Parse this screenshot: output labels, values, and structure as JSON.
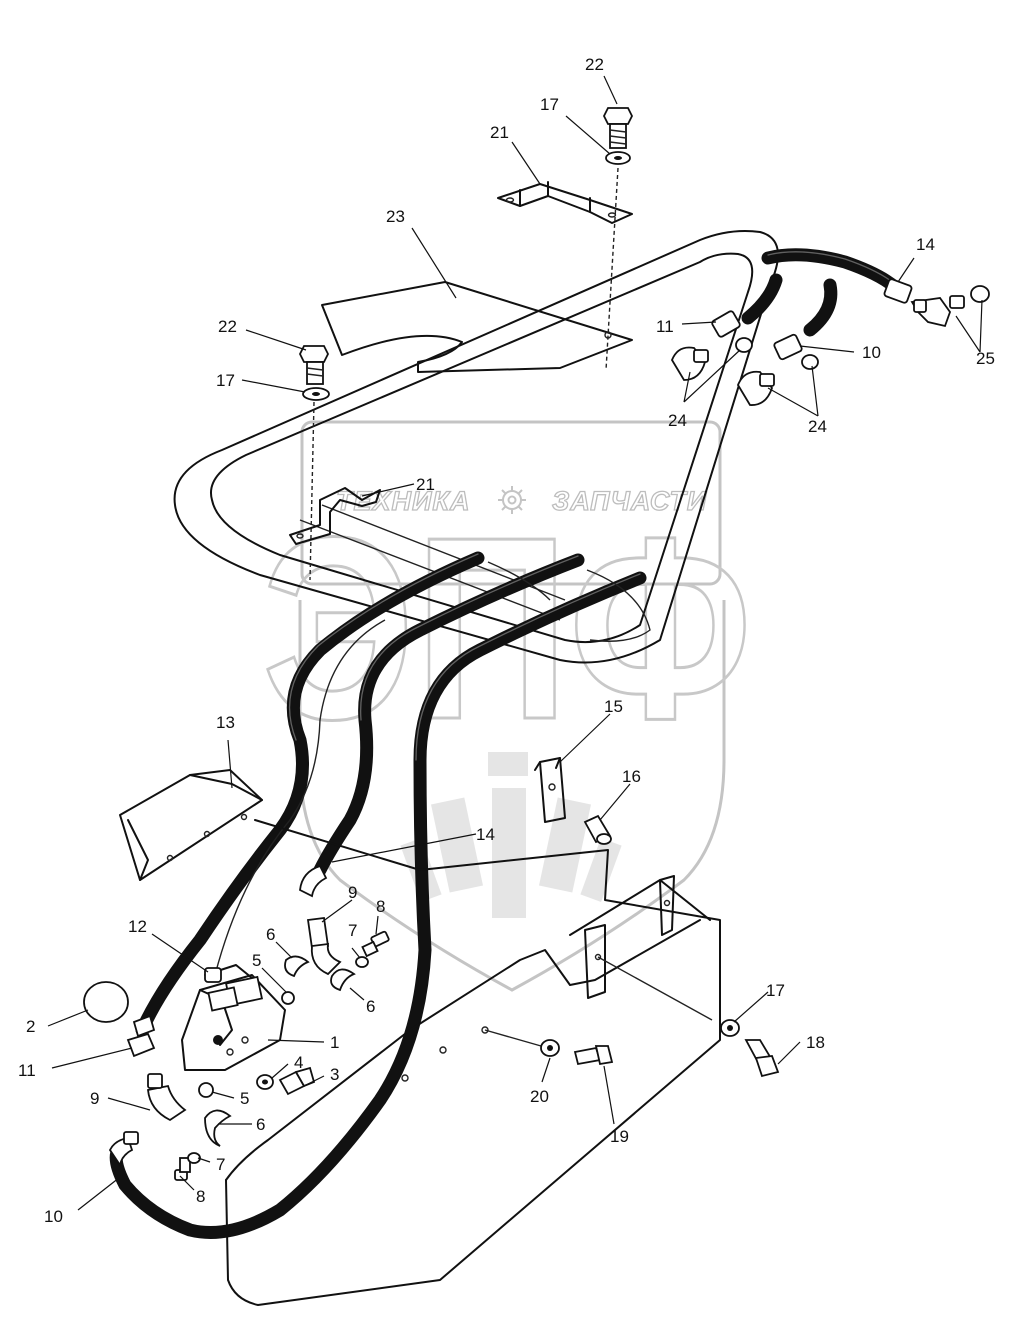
{
  "watermark": {
    "left_text": "ТЕХНИКА",
    "right_text": "ЗАПЧАСТИ",
    "big_text": "ЭПФ"
  },
  "callouts": [
    {
      "id": "c22a",
      "label": "22"
    },
    {
      "id": "c17a",
      "label": "17"
    },
    {
      "id": "c21a",
      "label": "21"
    },
    {
      "id": "c23",
      "label": "23"
    },
    {
      "id": "c14a",
      "label": "14"
    },
    {
      "id": "c22b",
      "label": "22"
    },
    {
      "id": "c17b",
      "label": "17"
    },
    {
      "id": "c11a",
      "label": "11"
    },
    {
      "id": "c10a",
      "label": "10"
    },
    {
      "id": "c25",
      "label": "25"
    },
    {
      "id": "c24a",
      "label": "24"
    },
    {
      "id": "c24b",
      "label": "24"
    },
    {
      "id": "c21b",
      "label": "21"
    },
    {
      "id": "c13",
      "label": "13"
    },
    {
      "id": "c15",
      "label": "15"
    },
    {
      "id": "c16",
      "label": "16"
    },
    {
      "id": "c14b",
      "label": "14"
    },
    {
      "id": "c12",
      "label": "12"
    },
    {
      "id": "c9a",
      "label": "9"
    },
    {
      "id": "c8a",
      "label": "8"
    },
    {
      "id": "c6a",
      "label": "6"
    },
    {
      "id": "c7a",
      "label": "7"
    },
    {
      "id": "c5a",
      "label": "5"
    },
    {
      "id": "c6b",
      "label": "6"
    },
    {
      "id": "c2",
      "label": "2"
    },
    {
      "id": "c1",
      "label": "1"
    },
    {
      "id": "c11b",
      "label": "11"
    },
    {
      "id": "c4",
      "label": "4"
    },
    {
      "id": "c3",
      "label": "3"
    },
    {
      "id": "c9b",
      "label": "9"
    },
    {
      "id": "c5b",
      "label": "5"
    },
    {
      "id": "c6c",
      "label": "6"
    },
    {
      "id": "c7b",
      "label": "7"
    },
    {
      "id": "c8b",
      "label": "8"
    },
    {
      "id": "c10b",
      "label": "10"
    },
    {
      "id": "c17c",
      "label": "17"
    },
    {
      "id": "c18",
      "label": "18"
    },
    {
      "id": "c20",
      "label": "20"
    },
    {
      "id": "c19",
      "label": "19"
    }
  ]
}
